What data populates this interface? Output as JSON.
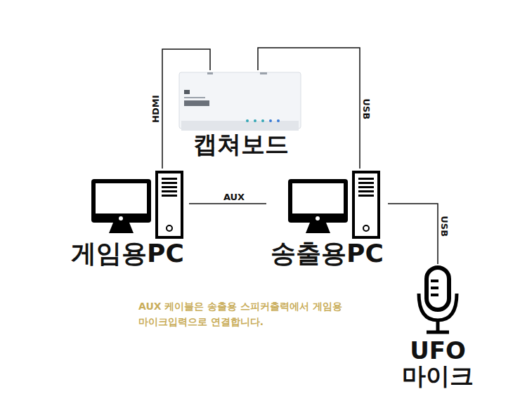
{
  "diagram": {
    "nodes": [
      {
        "text": [
          "캡쳐보드"
        ]
      },
      {
        "text": [
          "게임용PC"
        ]
      },
      {
        "text": [
          "송출용PC"
        ]
      },
      {
        "text": [
          "UFO 마이크"
        ]
      }
    ],
    "edges": [
      {
        "from": 1,
        "to": 0,
        "label": "HDMI",
        "arrow": "none"
      },
      {
        "from": 0,
        "to": 2,
        "label": "USB",
        "arrow": "none"
      },
      {
        "from": 1,
        "to": 2,
        "label": "AUX",
        "arrow": "none"
      },
      {
        "from": 2,
        "to": 3,
        "label": "USB",
        "arrow": "none"
      }
    ],
    "labels": [
      "AUX 케이블은 송출용 스피커출력에서 게임용 마이크입력으로 연결합니다."
    ]
  }
}
